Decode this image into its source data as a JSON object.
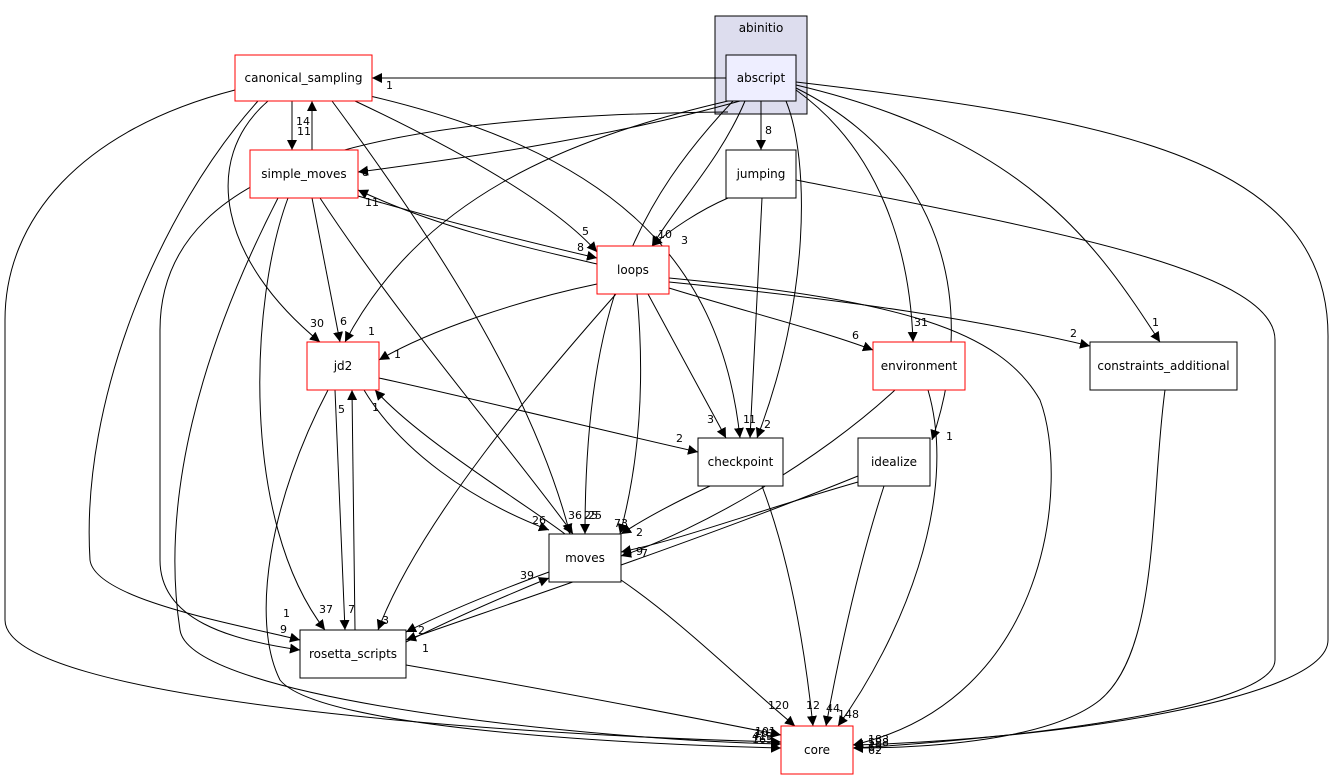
{
  "cluster": {
    "label": "abinitio"
  },
  "nodes": [
    {
      "id": "abscript",
      "label": "abscript",
      "style": "focus"
    },
    {
      "id": "canonical_sampling",
      "label": "canonical_sampling",
      "style": "red"
    },
    {
      "id": "simple_moves",
      "label": "simple_moves",
      "style": "red"
    },
    {
      "id": "jumping",
      "label": "jumping",
      "style": "plain"
    },
    {
      "id": "loops",
      "label": "loops",
      "style": "red"
    },
    {
      "id": "jd2",
      "label": "jd2",
      "style": "red"
    },
    {
      "id": "environment",
      "label": "environment",
      "style": "red"
    },
    {
      "id": "constraints_additional",
      "label": "constraints_additional",
      "style": "plain"
    },
    {
      "id": "checkpoint",
      "label": "checkpoint",
      "style": "plain"
    },
    {
      "id": "idealize",
      "label": "idealize",
      "style": "plain"
    },
    {
      "id": "moves",
      "label": "moves",
      "style": "plain"
    },
    {
      "id": "rosetta_scripts",
      "label": "rosetta_scripts",
      "style": "plain"
    },
    {
      "id": "core",
      "label": "core",
      "style": "red"
    }
  ],
  "edges": [
    {
      "from": "abscript",
      "to": "canonical_sampling",
      "label": "1"
    },
    {
      "from": "abscript",
      "to": "jumping",
      "label": "8"
    },
    {
      "from": "abscript",
      "to": "simple_moves",
      "label": "8"
    },
    {
      "from": "abscript",
      "to": "loops",
      "label": "10"
    },
    {
      "from": "abscript",
      "to": "jd2",
      "label": "1"
    },
    {
      "from": "abscript",
      "to": "moves",
      "label": "25"
    },
    {
      "from": "abscript",
      "to": "checkpoint",
      "label": "2"
    },
    {
      "from": "abscript",
      "to": "environment",
      "label": "31"
    },
    {
      "from": "abscript",
      "to": "idealize",
      "label": "1"
    },
    {
      "from": "abscript",
      "to": "constraints_additional",
      "label": "1"
    },
    {
      "from": "abscript",
      "to": "core",
      "label": "183"
    },
    {
      "from": "abscript",
      "to": "rosetta_scripts",
      "label": "1"
    },
    {
      "from": "canonical_sampling",
      "to": "simple_moves",
      "label": "11"
    },
    {
      "from": "simple_moves",
      "to": "canonical_sampling",
      "label": "14"
    },
    {
      "from": "canonical_sampling",
      "to": "loops",
      "label": "5"
    },
    {
      "from": "canonical_sampling",
      "to": "jd2",
      "label": "30"
    },
    {
      "from": "canonical_sampling",
      "to": "moves",
      "label": "25"
    },
    {
      "from": "canonical_sampling",
      "to": "checkpoint",
      "label": "1"
    },
    {
      "from": "canonical_sampling",
      "to": "rosetta_scripts",
      "label": "9"
    },
    {
      "from": "canonical_sampling",
      "to": "core",
      "label": "165"
    },
    {
      "from": "jumping",
      "to": "loops",
      "label": "3"
    },
    {
      "from": "jumping",
      "to": "checkpoint",
      "label": "1"
    },
    {
      "from": "jumping",
      "to": "core",
      "label": "69"
    },
    {
      "from": "simple_moves",
      "to": "loops",
      "label": "8"
    },
    {
      "from": "loops",
      "to": "simple_moves",
      "label": "11"
    },
    {
      "from": "simple_moves",
      "to": "jd2",
      "label": "6"
    },
    {
      "from": "simple_moves",
      "to": "moves",
      "label": "36"
    },
    {
      "from": "simple_moves",
      "to": "rosetta_scripts",
      "label": "37"
    },
    {
      "from": "simple_moves",
      "to": "core",
      "label": "419"
    },
    {
      "from": "loops",
      "to": "jd2",
      "label": "1"
    },
    {
      "from": "loops",
      "to": "moves",
      "label": "73"
    },
    {
      "from": "loops",
      "to": "checkpoint",
      "label": "3"
    },
    {
      "from": "loops",
      "to": "environment",
      "label": "6"
    },
    {
      "from": "loops",
      "to": "constraints_additional",
      "label": "2"
    },
    {
      "from": "loops",
      "to": "rosetta_scripts",
      "label": "3"
    },
    {
      "from": "loops",
      "to": "core",
      "label": "588"
    },
    {
      "from": "jd2",
      "to": "checkpoint",
      "label": "2"
    },
    {
      "from": "jd2",
      "to": "moves",
      "label": "26"
    },
    {
      "from": "moves",
      "to": "jd2",
      "label": "1"
    },
    {
      "from": "jd2",
      "to": "rosetta_scripts",
      "label": "7"
    },
    {
      "from": "rosetta_scripts",
      "to": "jd2",
      "label": "5"
    },
    {
      "from": "jd2",
      "to": "core",
      "label": "101"
    },
    {
      "from": "environment",
      "to": "moves",
      "label": "9"
    },
    {
      "from": "environment",
      "to": "core",
      "label": "148"
    },
    {
      "from": "constraints_additional",
      "to": "core",
      "label": "62"
    },
    {
      "from": "checkpoint",
      "to": "moves",
      "label": "2"
    },
    {
      "from": "checkpoint",
      "to": "core",
      "label": "12"
    },
    {
      "from": "idealize",
      "to": "moves",
      "label": "7"
    },
    {
      "from": "idealize",
      "to": "rosetta_scripts",
      "label": "1"
    },
    {
      "from": "idealize",
      "to": "core",
      "label": "44"
    },
    {
      "from": "moves",
      "to": "rosetta_scripts",
      "label": "2"
    },
    {
      "from": "rosetta_scripts",
      "to": "moves",
      "label": "39"
    },
    {
      "from": "moves",
      "to": "core",
      "label": "120"
    },
    {
      "from": "rosetta_scripts",
      "to": "core",
      "label": "101"
    }
  ]
}
